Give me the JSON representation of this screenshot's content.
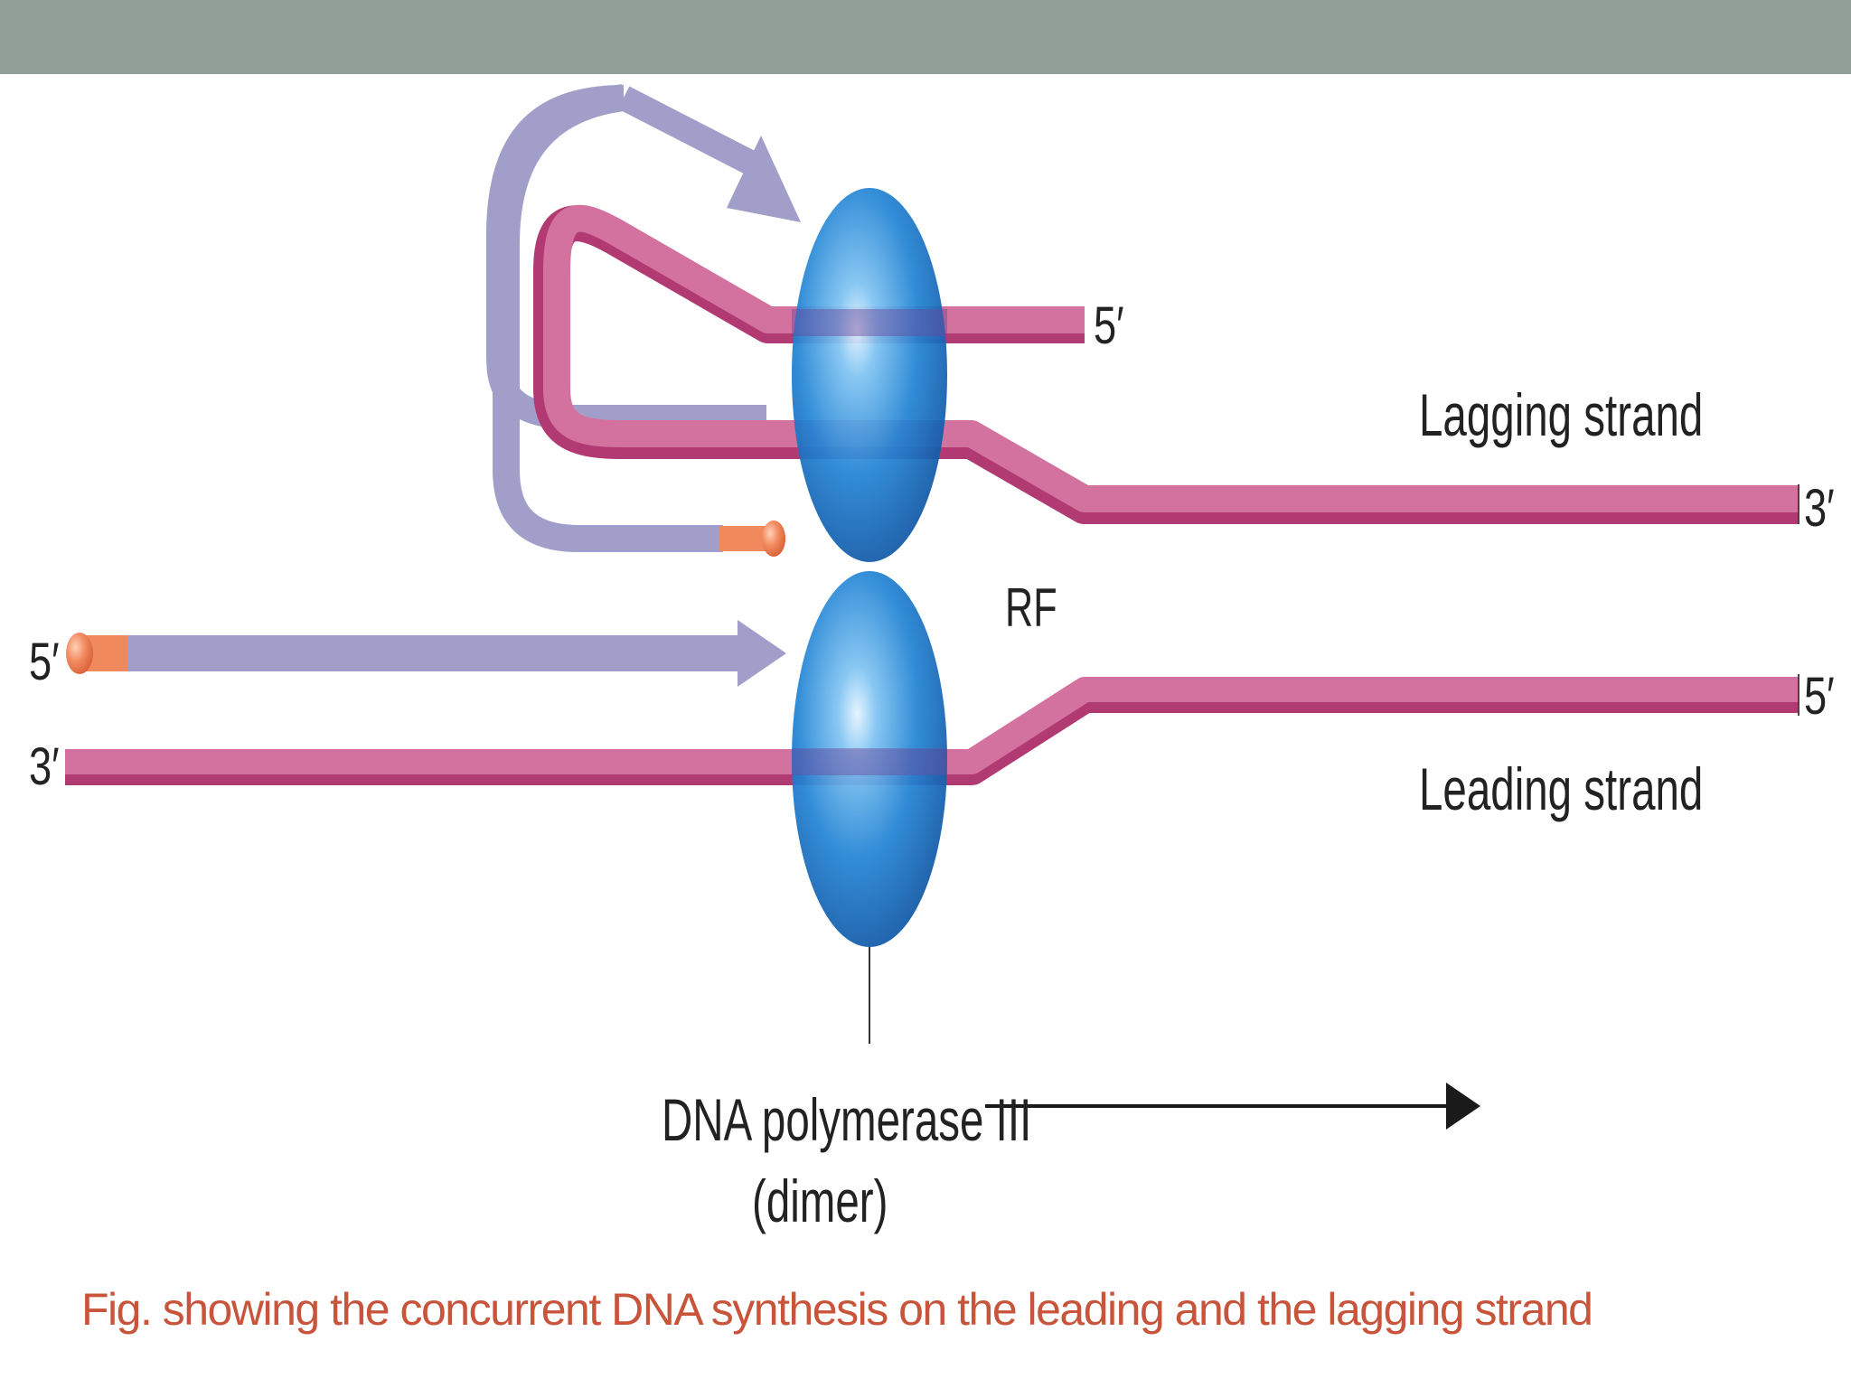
{
  "slide": {
    "caption": "Fig. showing the concurrent DNA synthesis on the leading and the lagging strand"
  },
  "diagram": {
    "labels": {
      "lagging_5prime": "5′",
      "lagging_strand": "Lagging strand",
      "lagging_3prime": "3′",
      "replication_fork": "RF",
      "leading_top_5prime": "5′",
      "leading_strand": "Leading strand",
      "left_5prime": "5′",
      "left_3prime": "3′",
      "polymerase_line1": "DNA polymerase III",
      "polymerase_line2": "(dimer)"
    },
    "colors": {
      "template_strand": "#d4729f",
      "template_strand_edge": "#b23a73",
      "new_strand": "#a19fc9",
      "rna_primer": "#f08a5d",
      "polymerase": "#1e73c2",
      "title_bar": "#919f98",
      "caption_text": "#c8553b"
    }
  }
}
